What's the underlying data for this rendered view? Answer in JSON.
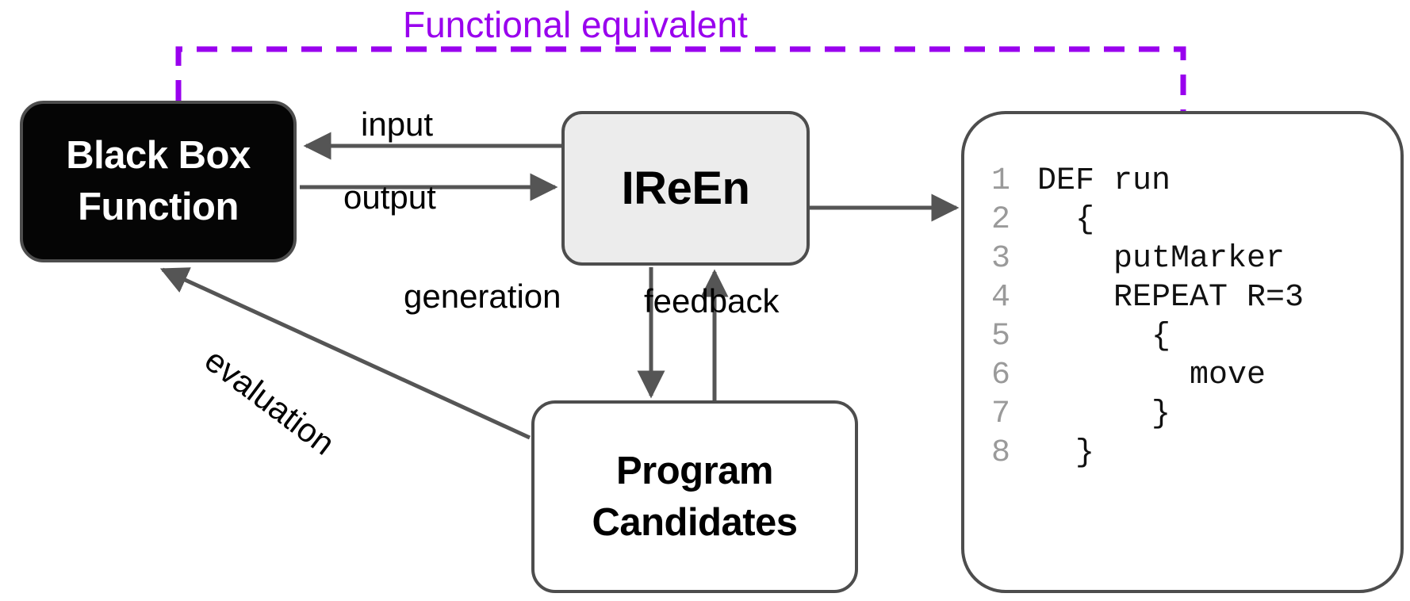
{
  "diagram": {
    "title_label": "Functional equivalent",
    "accent_color": "#9900ee",
    "line_color": "#4d4d4d",
    "nodes": {
      "black_box": {
        "line1": "Black Box",
        "line2": "Function",
        "fill": "#050505",
        "text_color": "#ffffff"
      },
      "ireen": {
        "label": "IReEn",
        "fill": "#ececec",
        "text_color": "#000000"
      },
      "program_candidates": {
        "line1": "Program",
        "line2": "Candidates",
        "fill": "#ffffff",
        "text_color": "#000000"
      }
    },
    "edges": {
      "input": "input",
      "output": "output",
      "generation": "generation",
      "feedback": "feedback",
      "evaluation": "evaluation"
    },
    "code": {
      "lines": [
        {
          "n": "1",
          "text": "DEF run"
        },
        {
          "n": "2",
          "text": "  {"
        },
        {
          "n": "3",
          "text": "    putMarker"
        },
        {
          "n": "4",
          "text": "    REPEAT R=3"
        },
        {
          "n": "5",
          "text": "      {"
        },
        {
          "n": "6",
          "text": "        move"
        },
        {
          "n": "7",
          "text": "      }"
        },
        {
          "n": "8",
          "text": "  }"
        }
      ]
    }
  }
}
